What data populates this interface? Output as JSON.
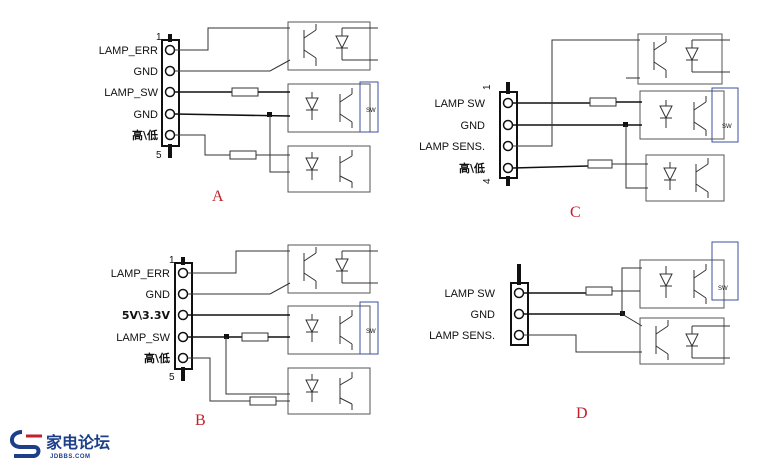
{
  "diagrams": {
    "A": {
      "label": "A",
      "pin_first": "1",
      "pin_last": "5",
      "pins": [
        "LAMP_ERR",
        "GND",
        "LAMP_SW",
        "GND",
        "高\\低"
      ],
      "sw_label": "SW"
    },
    "B": {
      "label": "B",
      "pin_first": "1",
      "pin_last": "5",
      "pins": [
        "LAMP_ERR",
        "GND",
        "5V\\3.3V",
        "LAMP_SW",
        "高\\低"
      ],
      "sw_label": "SW"
    },
    "C": {
      "label": "C",
      "pin_first": "1",
      "pin_last": "4",
      "pins": [
        "LAMP SW",
        "GND",
        "LAMP SENS.",
        "高\\低"
      ],
      "sw_label": "SW"
    },
    "D": {
      "label": "D",
      "pins": [
        "LAMP SW",
        "GND",
        "LAMP SENS."
      ],
      "sw_label": "SW"
    }
  },
  "logo": {
    "title": "家电论坛",
    "subtitle": "JDBBS.COM"
  },
  "colors": {
    "label_red": "#c0202a",
    "logo_blue": "#1d3f8a"
  }
}
